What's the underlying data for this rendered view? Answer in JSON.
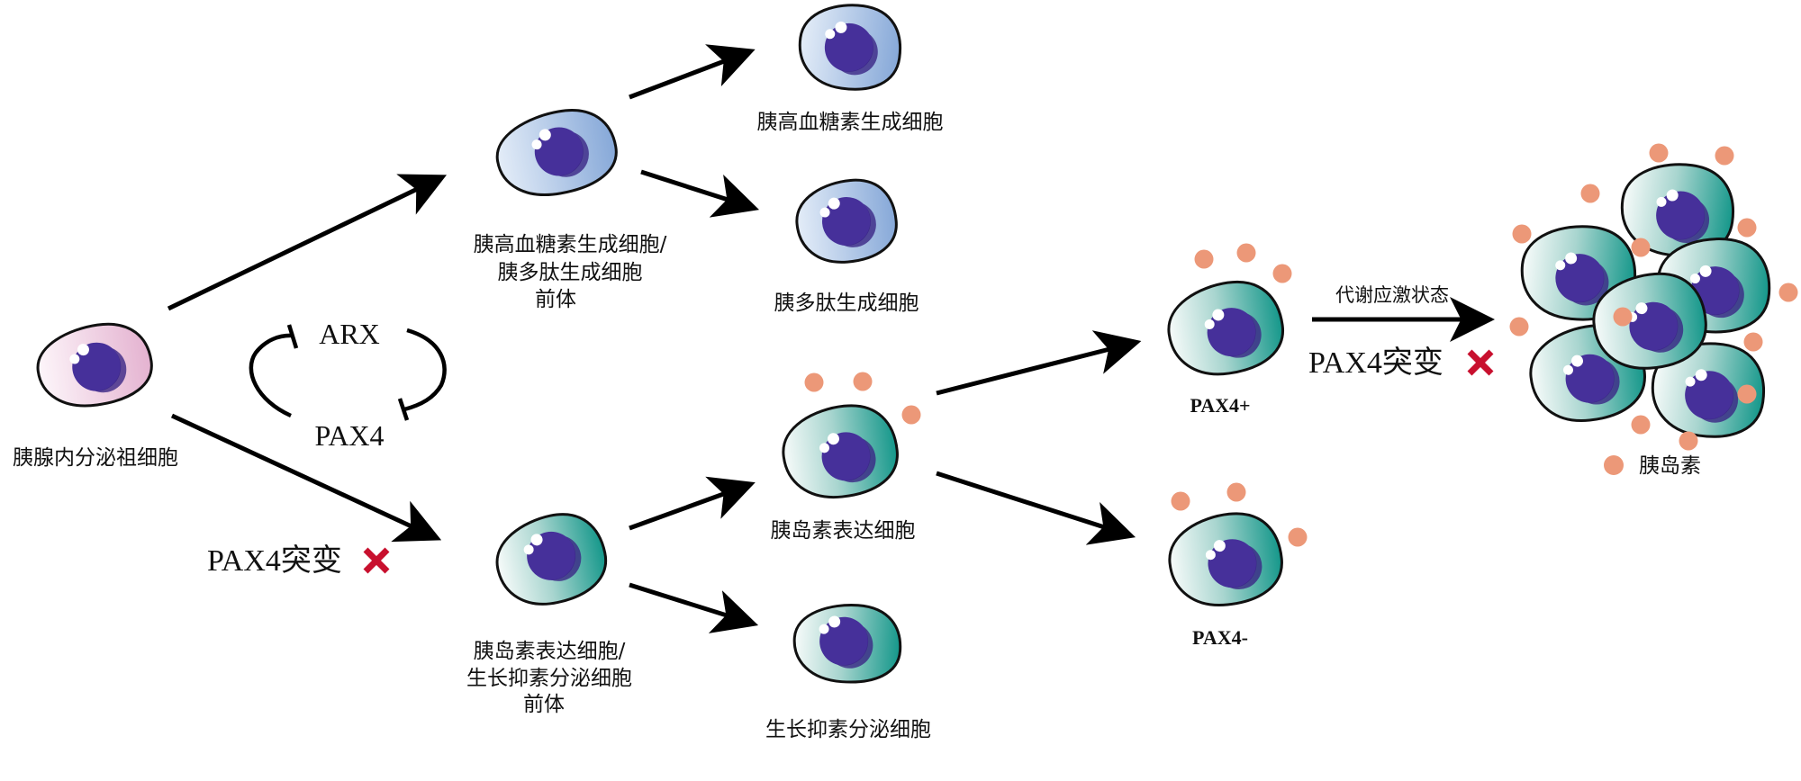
{
  "title": "胰腺内分泌细胞分化与PAX4突变示意图",
  "colors": {
    "progenitor": [
      "#fbf2f7",
      "#e8b8d4"
    ],
    "alpha_pp": [
      "#e0eaf7",
      "#88aad9"
    ],
    "beta_delta": [
      "#f4f9f8",
      "#1a9a8c"
    ],
    "nucleus": "#46309a",
    "nucleus_shade": "#3a2585",
    "insulin_dot": "#ec9878",
    "arrow": "#000000",
    "cross": "#c8102e"
  },
  "labels": {
    "progenitor": "胰腺内分泌祖细胞",
    "alpha_pp_precursor": [
      "胰高血糖素生成细胞/",
      "胰多肽生成细胞",
      "前体"
    ],
    "alpha_cell": "胰高血糖素生成细胞",
    "pp_cell": "胰多肽生成细胞",
    "beta_delta_precursor": [
      "胰岛素表达细胞/",
      "生长抑素分泌细胞",
      "前体"
    ],
    "beta_cell": "胰岛素表达细胞",
    "delta_cell": "生长抑素分泌细胞",
    "pax4_pos": "PAX4+",
    "pax4_neg": "PAX4-",
    "metabolic_stress": "代谢应激状态",
    "legend_insulin": "胰岛素"
  },
  "regulation": {
    "gene_top": "ARX",
    "gene_bottom": "PAX4",
    "relation": "mutual inhibition"
  },
  "mutations": {
    "left": "PAX4突变",
    "right": "PAX4突变",
    "cross_symbol": "✕"
  },
  "legend": [
    {
      "icon": "insulin-dot-icon",
      "label": "胰岛素"
    }
  ]
}
